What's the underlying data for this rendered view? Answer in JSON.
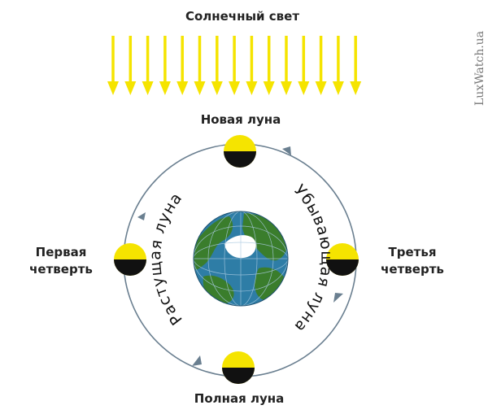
{
  "title": "Солнечный свет",
  "watermark": "LuxWatch.ua",
  "phases": {
    "new_moon": "Новая луна",
    "first_quarter_line1": "Первая",
    "first_quarter_line2": "четверть",
    "third_quarter_line1": "Третья",
    "third_quarter_line2": "четверть",
    "full_moon": "Полная луна"
  },
  "arc_labels": {
    "waxing": "Растущая луна",
    "waning": "Убывающая луна"
  },
  "colors": {
    "sunlight": "#f5e400",
    "moon_lit": "#f5e400",
    "moon_dark": "#111111",
    "orbit": "#6a7f90",
    "earth_ocean": "#2e7da6",
    "earth_land": "#3a7d2c",
    "earth_ice": "#ffffff"
  },
  "icons": {
    "sun_rays": "arrow-down-icon",
    "moon": "moon-half-icon",
    "earth": "globe-icon"
  }
}
